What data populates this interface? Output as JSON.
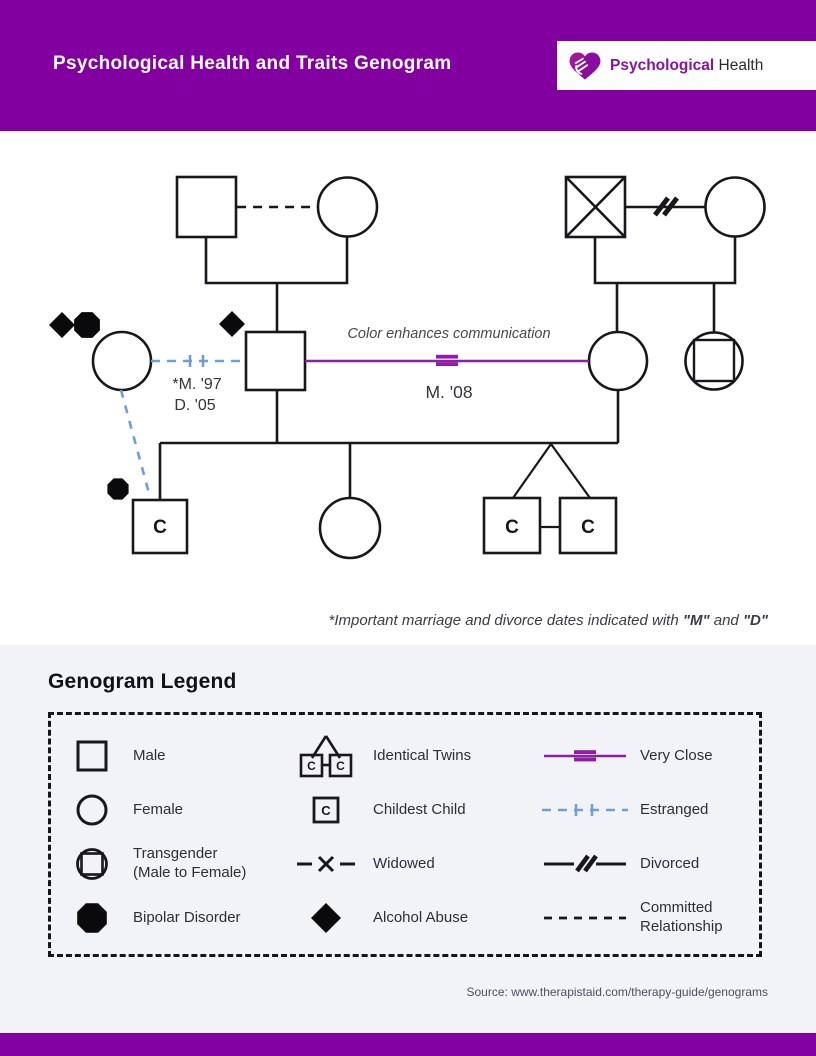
{
  "header": {
    "title": "Psychological Health and Traits Genogram",
    "logo_primary": "Psychological",
    "logo_secondary": "Health"
  },
  "genogram": {
    "communication_note": "Color enhances communication",
    "marriage_2008": "M. '08",
    "first_marriage": "*M. '97",
    "first_divorce": "D. '05",
    "childest_letter": "C",
    "footnote_prefix": "*Important marriage and divorce dates indicated with ",
    "footnote_m": "\"M\"",
    "footnote_and": " and ",
    "footnote_d": "\"D\""
  },
  "legend": {
    "title": "Genogram Legend",
    "childest_letter": "C",
    "items": [
      {
        "icon": "male-square-icon",
        "label": "Male"
      },
      {
        "icon": "identical-twins-icon",
        "label": "Identical Twins"
      },
      {
        "icon": "very-close-line-icon",
        "label": "Very Close"
      },
      {
        "icon": "female-circle-icon",
        "label": "Female"
      },
      {
        "icon": "childest-child-icon",
        "label": "Childest Child"
      },
      {
        "icon": "estranged-line-icon",
        "label": "Estranged"
      },
      {
        "icon": "transgender-icon",
        "label": "Transgender\n(Male to Female)"
      },
      {
        "icon": "widowed-line-icon",
        "label": "Widowed"
      },
      {
        "icon": "divorced-line-icon",
        "label": "Divorced"
      },
      {
        "icon": "bipolar-octagon-icon",
        "label": "Bipolar Disorder"
      },
      {
        "icon": "alcohol-diamond-icon",
        "label": "Alcohol Abuse"
      },
      {
        "icon": "committed-line-icon",
        "label": "Committed\nRelationship"
      }
    ]
  },
  "footer": {
    "source": "Source: www.therapistaid.com/therapy-guide/genograms"
  },
  "colors": {
    "brand_purple": "#8200A0",
    "very_close_purple": "#8C1FA8",
    "estranged_blue": "#6F9FD8",
    "line_black": "#17171c",
    "legend_background": "#f2f3f7"
  }
}
